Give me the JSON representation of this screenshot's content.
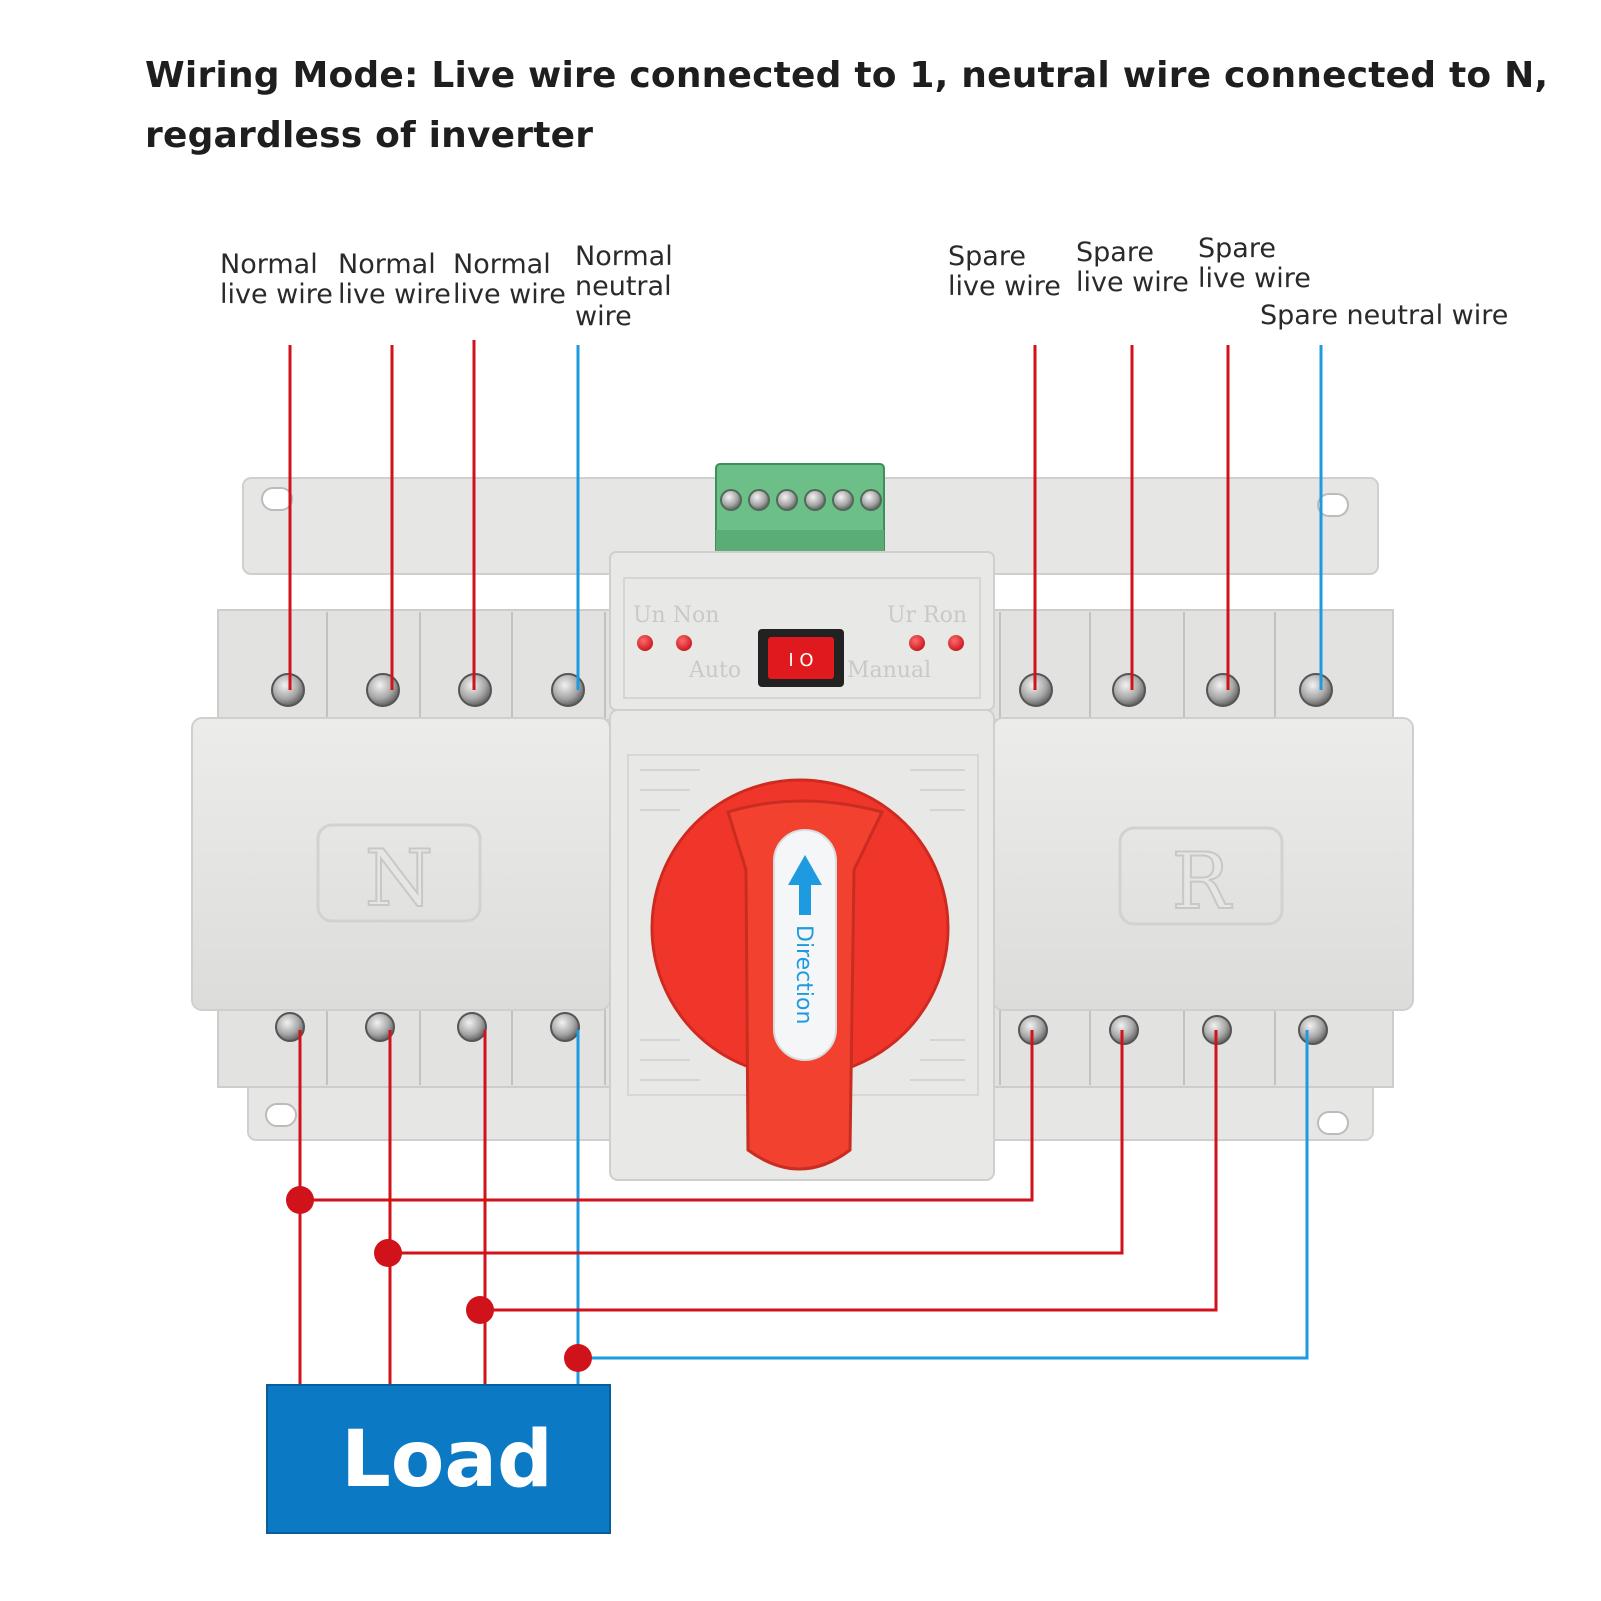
{
  "title": {
    "line1": "Wiring Mode: Live wire connected to 1, neutral wire connected to N,",
    "line2": "regardless of inverter"
  },
  "labels": {
    "normal_live_1": [
      "Normal",
      "live wire"
    ],
    "normal_live_2": [
      "Normal",
      "live wire"
    ],
    "normal_live_3": [
      "Normal",
      "live wire"
    ],
    "normal_neutral": [
      "Normal",
      "neutral",
      "wire"
    ],
    "spare_live_1": [
      "Spare",
      "live wire"
    ],
    "spare_live_2": [
      "Spare",
      "live wire"
    ],
    "spare_live_3": [
      "Spare",
      "live wire"
    ],
    "spare_neutral": [
      "Spare neutral wire"
    ]
  },
  "device": {
    "panel_left_letter": "N",
    "panel_right_letter": "R",
    "indicator_left": "Un Non",
    "indicator_right": "Ur Ron",
    "mode_auto": "Auto",
    "mode_manual": "Manual",
    "switch_marks": "I  O",
    "handle_text": "Direction"
  },
  "load": {
    "label": "Load"
  },
  "colors": {
    "live_wire": "#d0121b",
    "neutral_wire": "#1e9be0",
    "load_box": "#0b79c4",
    "handle": "#f0362a",
    "terminal_block": "#6cc087",
    "device_body": "#e4e4e2"
  }
}
